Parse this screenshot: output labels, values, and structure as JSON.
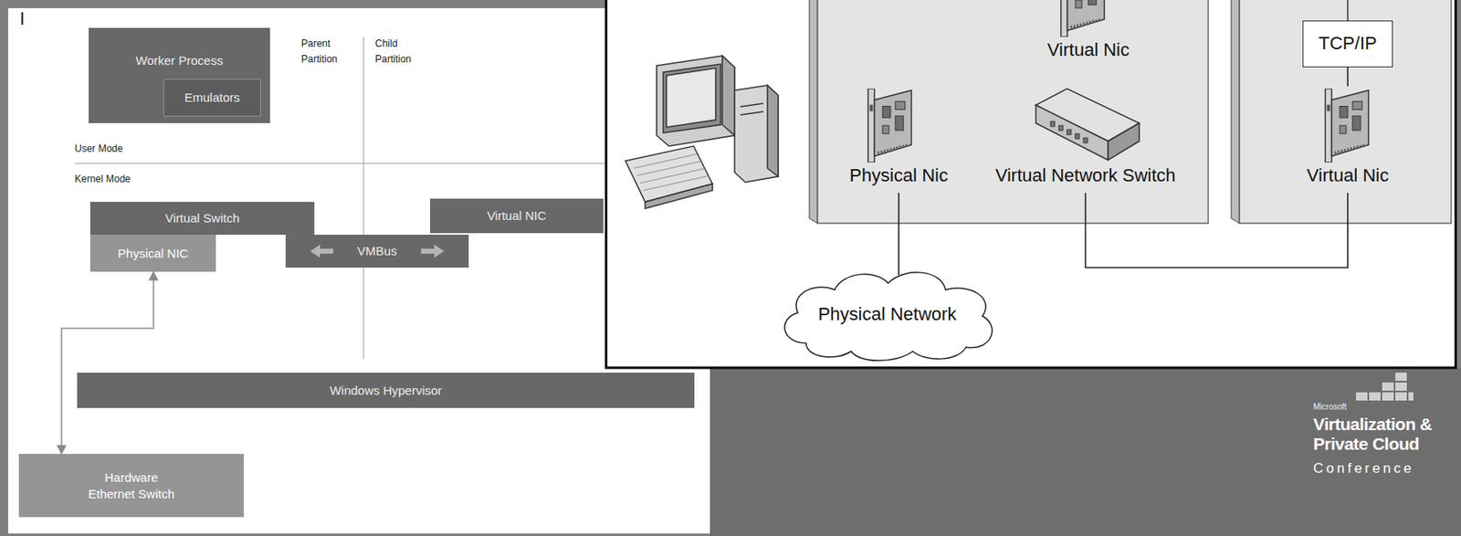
{
  "diagram": {
    "nodes": [
      {
        "text": [
          "Worker Process"
        ]
      },
      {
        "text": [
          "Emulators"
        ],
        "in": 0
      },
      {
        "text": [
          "Virtual Switch"
        ]
      },
      {
        "text": [
          "Physical NIC"
        ]
      },
      {
        "text": [
          "VMBus"
        ]
      },
      {
        "text": [
          "Virtual NIC"
        ]
      },
      {
        "text": [
          "Windows Hypervisor"
        ]
      },
      {
        "text": [
          "Hardware Ethernet Switch"
        ]
      },
      {
        "text": [
          "Virtual Nic"
        ]
      },
      {
        "text": [
          "TCP/IP"
        ]
      },
      {
        "text": [
          "Physical Nic"
        ]
      },
      {
        "text": [
          "Virtual Network Switch"
        ]
      },
      {
        "text": [
          "Virtual Nic"
        ]
      },
      {
        "text": [
          "Physical Network"
        ]
      }
    ],
    "edges": [
      {
        "from": 7,
        "to": 3,
        "arrow": "both"
      },
      {
        "from": 10,
        "to": 13,
        "arrow": "none"
      },
      {
        "from": 11,
        "to": 12,
        "arrow": "none"
      },
      {
        "from": 9,
        "to": 12,
        "arrow": "none"
      }
    ],
    "labels": [
      "I",
      "Parent Partition",
      "Child Partition",
      "User Mode",
      "Kernel Mode",
      "Microsoft",
      "Virtualization & Private Cloud",
      "Conference"
    ]
  }
}
